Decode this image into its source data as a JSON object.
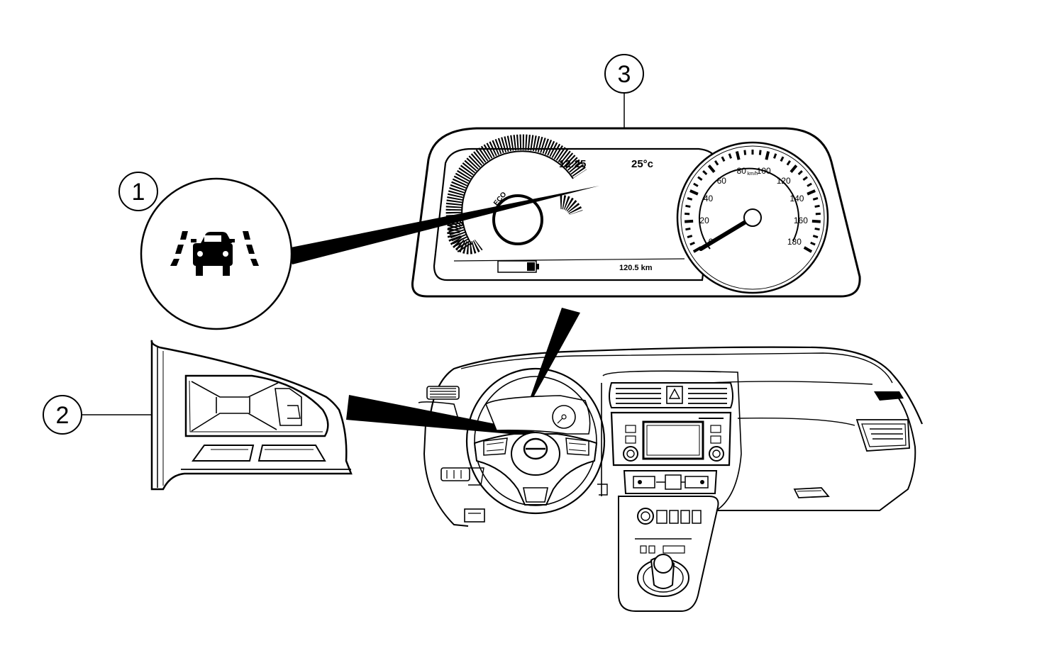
{
  "callouts": {
    "one": "1",
    "two": "2",
    "three": "3"
  },
  "display": {
    "clock": "12:25",
    "temperature": "25°c",
    "range": "120.5 km",
    "eco_label": "ECO"
  },
  "speedometer": {
    "unit": "km/h",
    "labels": [
      "0",
      "20",
      "40",
      "60",
      "80",
      "100",
      "120",
      "140",
      "160",
      "180"
    ],
    "needle_value": 0
  },
  "icons": {
    "lane": "lane-departure-warning-icon"
  }
}
